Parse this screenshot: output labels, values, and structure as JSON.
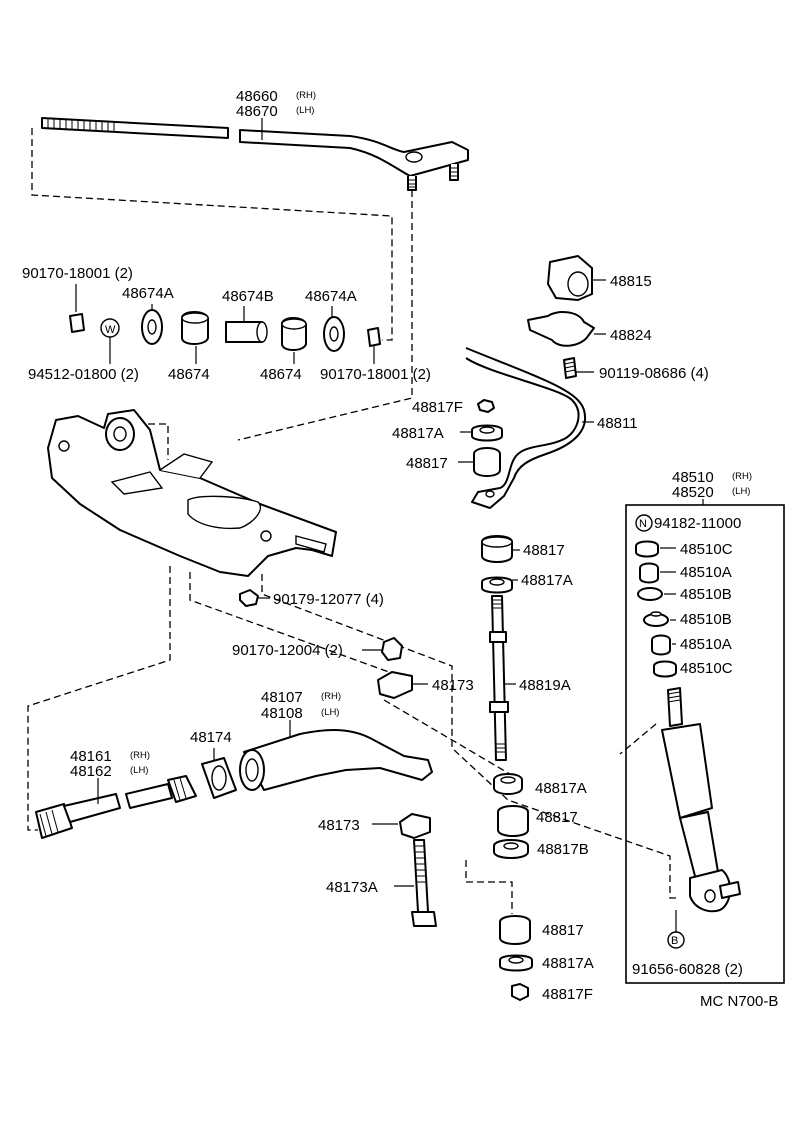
{
  "diagram": {
    "code": "MC N700-B",
    "labels": {
      "stab_bar_rh": "48660",
      "stab_bar_lh": "48670",
      "rh": "(RH)",
      "lh": "(LH)",
      "nut_90170_18001_left": "90170-18001 (2)",
      "washer_94512": "94512-01800 (2)",
      "n48674A_left": "48674A",
      "n48674_left": "48674",
      "n48674B": "48674B",
      "n48674_right": "48674",
      "n48674A_right": "48674A",
      "nut_90170_18001_right": "90170-18001 (2)",
      "n48815": "48815",
      "n48824": "48824",
      "bolt_90119": "90119-08686 (4)",
      "n48817F_top": "48817F",
      "n48811": "48811",
      "n48817A_top": "48817A",
      "n48817_top": "48817",
      "shock_rh": "48510",
      "shock_lh": "48520",
      "kit_nut": "94182-11000",
      "kit_nut_mark": "N",
      "n48510C_1": "48510C",
      "n48510A_1": "48510A",
      "n48510B_1": "48510B",
      "n48510B_2": "48510B",
      "n48510A_2": "48510A",
      "n48510C_2": "48510C",
      "bolt_91656": "91656-60828 (2)",
      "bolt_mark": "B",
      "n48817_mid": "48817",
      "n48817A_mid": "48817A",
      "nut_90179": "90179-12077 (4)",
      "nut_90170_12004": "90170-12004 (2)",
      "n48173_top": "48173",
      "n48819A": "48819A",
      "arm_rh": "48107",
      "arm_lh": "48108",
      "n48174": "48174",
      "torsion_rh": "48161",
      "torsion_lh": "48162",
      "n48817A_low": "48817A",
      "n48817_low": "48817",
      "n48173_bottom": "48173",
      "n48817B": "48817B",
      "n48173A": "48173A",
      "n48817_bottom": "48817",
      "n48817A_bottom": "48817A",
      "n48817F_bottom": "48817F"
    }
  }
}
